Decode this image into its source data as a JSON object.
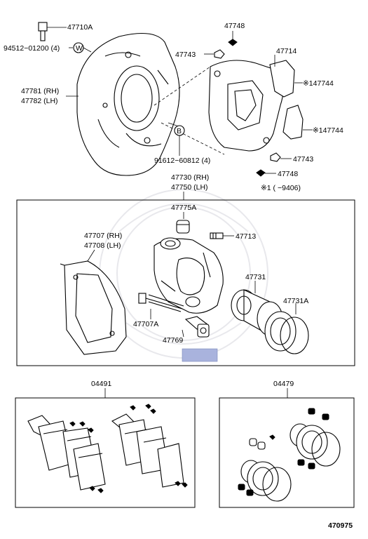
{
  "callouts": {
    "c47710A": "47710A",
    "c94512": "94512−01200 (4)",
    "w_mark": "W",
    "c47781": "47781 (RH)",
    "c47782": "47782 (LH)",
    "b_mark": "B",
    "c91612": "91612−60812 (4)",
    "c47748a": "47748",
    "c47743a": "47743",
    "c47714": "47714",
    "c147744a": "※147744",
    "c147744b": "※147744",
    "c47743b": "47743",
    "c47748b": "47748",
    "note1": "※1 (      −9406)",
    "c47730": "47730 (RH)",
    "c47750": "47750 (LH)",
    "c47775A": "47775A",
    "c47713": "47713",
    "c47707": "47707 (RH)",
    "c47708": "47708 (LH)",
    "c47731": "47731",
    "c47731A": "47731A",
    "c47707A": "47707A",
    "c47769": "47769",
    "c04491": "04491",
    "c04479": "04479",
    "diagram_number": "470975"
  },
  "colors": {
    "highlight": "#a9b3dd",
    "line": "#000000"
  }
}
